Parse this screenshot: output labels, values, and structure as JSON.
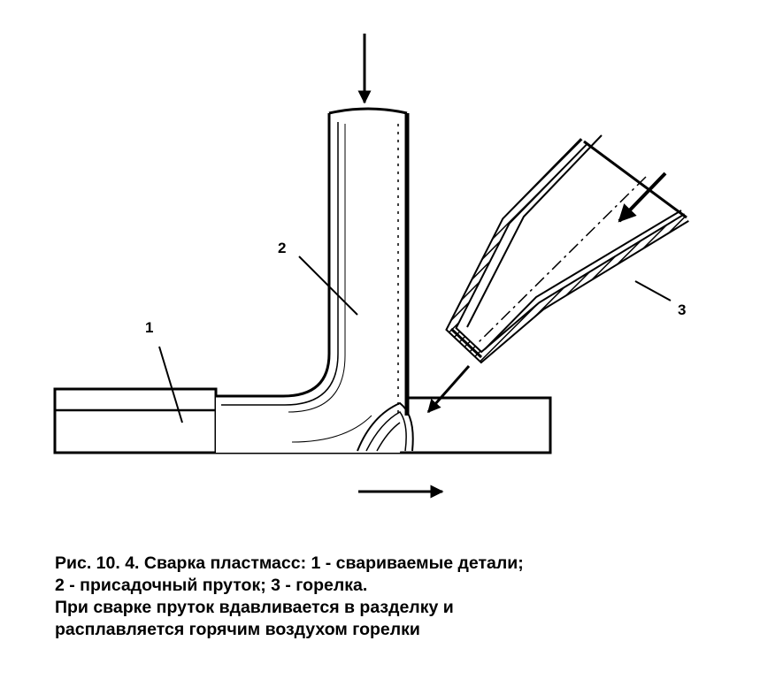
{
  "diagram": {
    "labels": {
      "part": "1",
      "rod": "2",
      "torch": "3"
    }
  },
  "caption": {
    "line1": "Рис. 10. 4. Сварка пластмасс: 1 - свариваемые детали;",
    "line2": "2 - присадочный пруток; 3 - горелка.",
    "line3": "При сварке пруток вдавливается в разделку и",
    "line4": "расплавляется горячим воздухом горелки"
  }
}
